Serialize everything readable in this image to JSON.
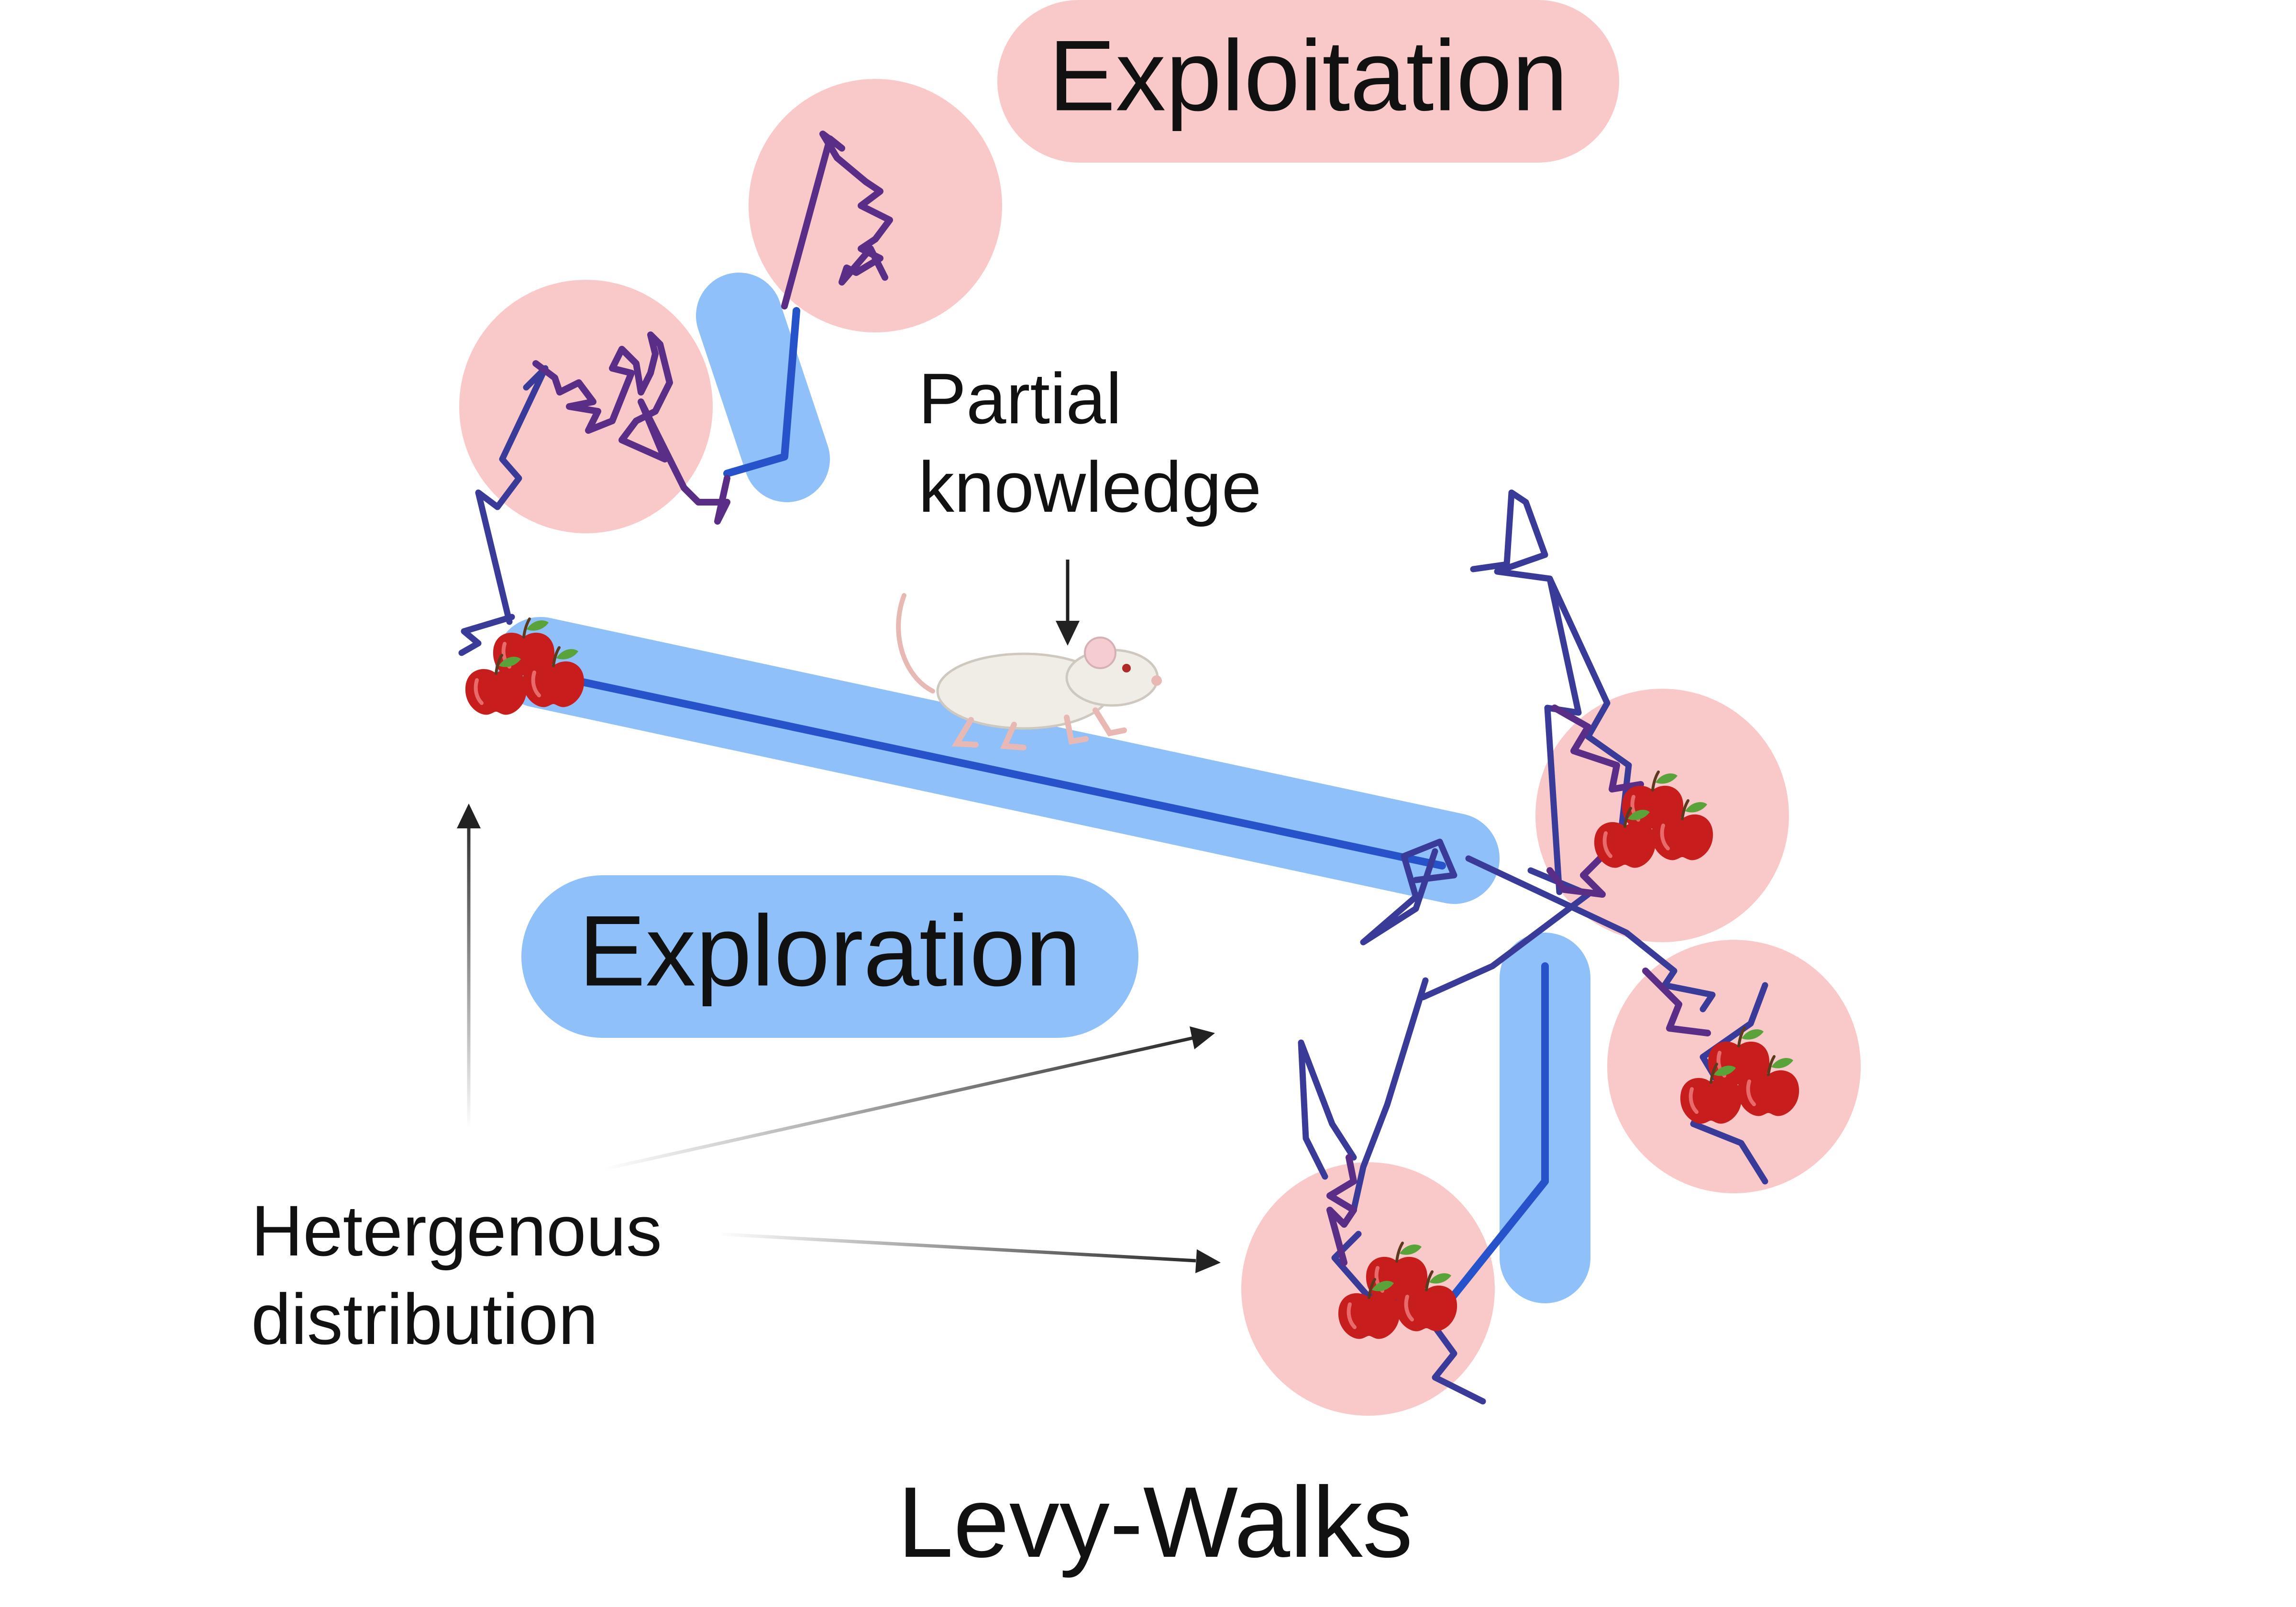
{
  "labels": {
    "exploitation": "Exploitation",
    "exploration": "Exploration",
    "partial_line1": "Partial",
    "partial_line2": "knowledge",
    "hetero_line1": "Hetergenous",
    "hetero_line2": "distribution",
    "title": "Levy-Walks"
  },
  "colors": {
    "exploitation_zone": "#f9c9ca",
    "exploration_band": "#8fc0fa",
    "long_flight_path": "#2653c9",
    "walk_path": "#3a3b98",
    "local_search_path": "#5a2d86",
    "apple": "#c81d1d",
    "leaf": "#5aa23a",
    "arrow": "#222222"
  },
  "icons": [
    "apple-cluster-icon",
    "mouse-icon",
    "arrow-icon"
  ]
}
